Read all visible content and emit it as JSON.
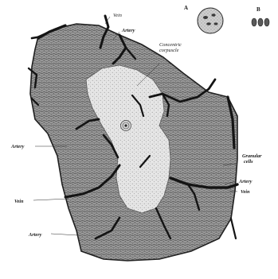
{
  "figure": {
    "inset_a_letter": "A",
    "inset_b_letter": "B",
    "labels": {
      "vein_top": "Vein",
      "artery_top": "Artery",
      "concentric_line1": "Concentric",
      "concentric_line2": "corpuscle",
      "artery_left": "Artery",
      "granular_line1": "Granular",
      "granular_line2": "cells",
      "artery_right": "Artery",
      "vein_right": "Vein",
      "vein_left": "Vein",
      "artery_bottom": "Artery"
    }
  },
  "colors": {
    "ink": "#141414",
    "lobule_shade": "#8c8c8c",
    "medulla_shade": "#e4e4e4",
    "background": "#ffffff"
  }
}
